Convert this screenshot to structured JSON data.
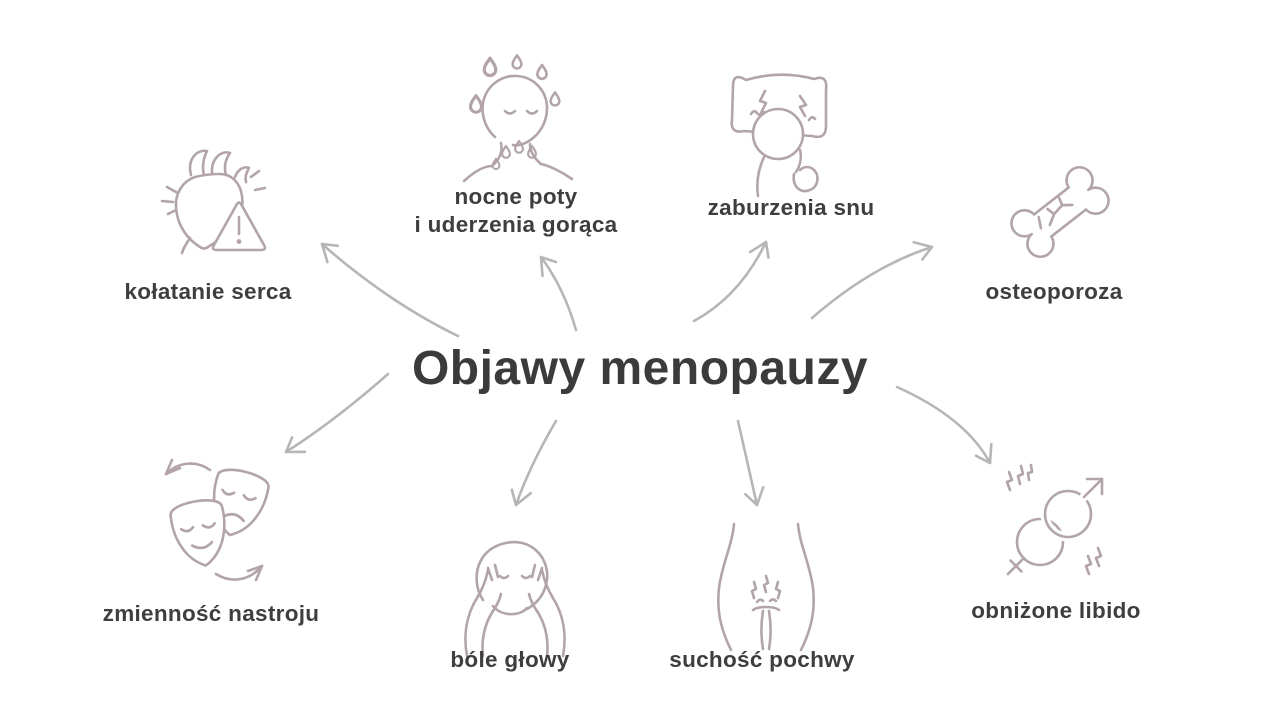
{
  "title": "Objawy menopauzy",
  "colors": {
    "background": "#ffffff",
    "title_text": "#3b3b3b",
    "label_text": "#3f3e3e",
    "icon_stroke": "#b2a4aa",
    "arrow": "#b6b6b6"
  },
  "symptoms": [
    {
      "label": "kołatanie serca",
      "icon": "heart-alert-icon",
      "position": "top-left"
    },
    {
      "label": "nocne poty\ni uderzenia gorąca",
      "icon": "sweating-head-icon",
      "position": "top-center-left"
    },
    {
      "label": "zaburzenia snu",
      "icon": "sleep-disturbance-icon",
      "position": "top-center-right"
    },
    {
      "label": "osteoporoza",
      "icon": "cracked-bone-icon",
      "position": "top-right"
    },
    {
      "label": "zmienność nastroju",
      "icon": "theater-masks-icon",
      "position": "bottom-left"
    },
    {
      "label": "bóle głowy",
      "icon": "headache-icon",
      "position": "bottom-center-left"
    },
    {
      "label": "suchość pochwy",
      "icon": "lower-body-icon",
      "position": "bottom-center-right"
    },
    {
      "label": "obniżone libido",
      "icon": "gender-symbols-icon",
      "position": "bottom-right"
    }
  ]
}
